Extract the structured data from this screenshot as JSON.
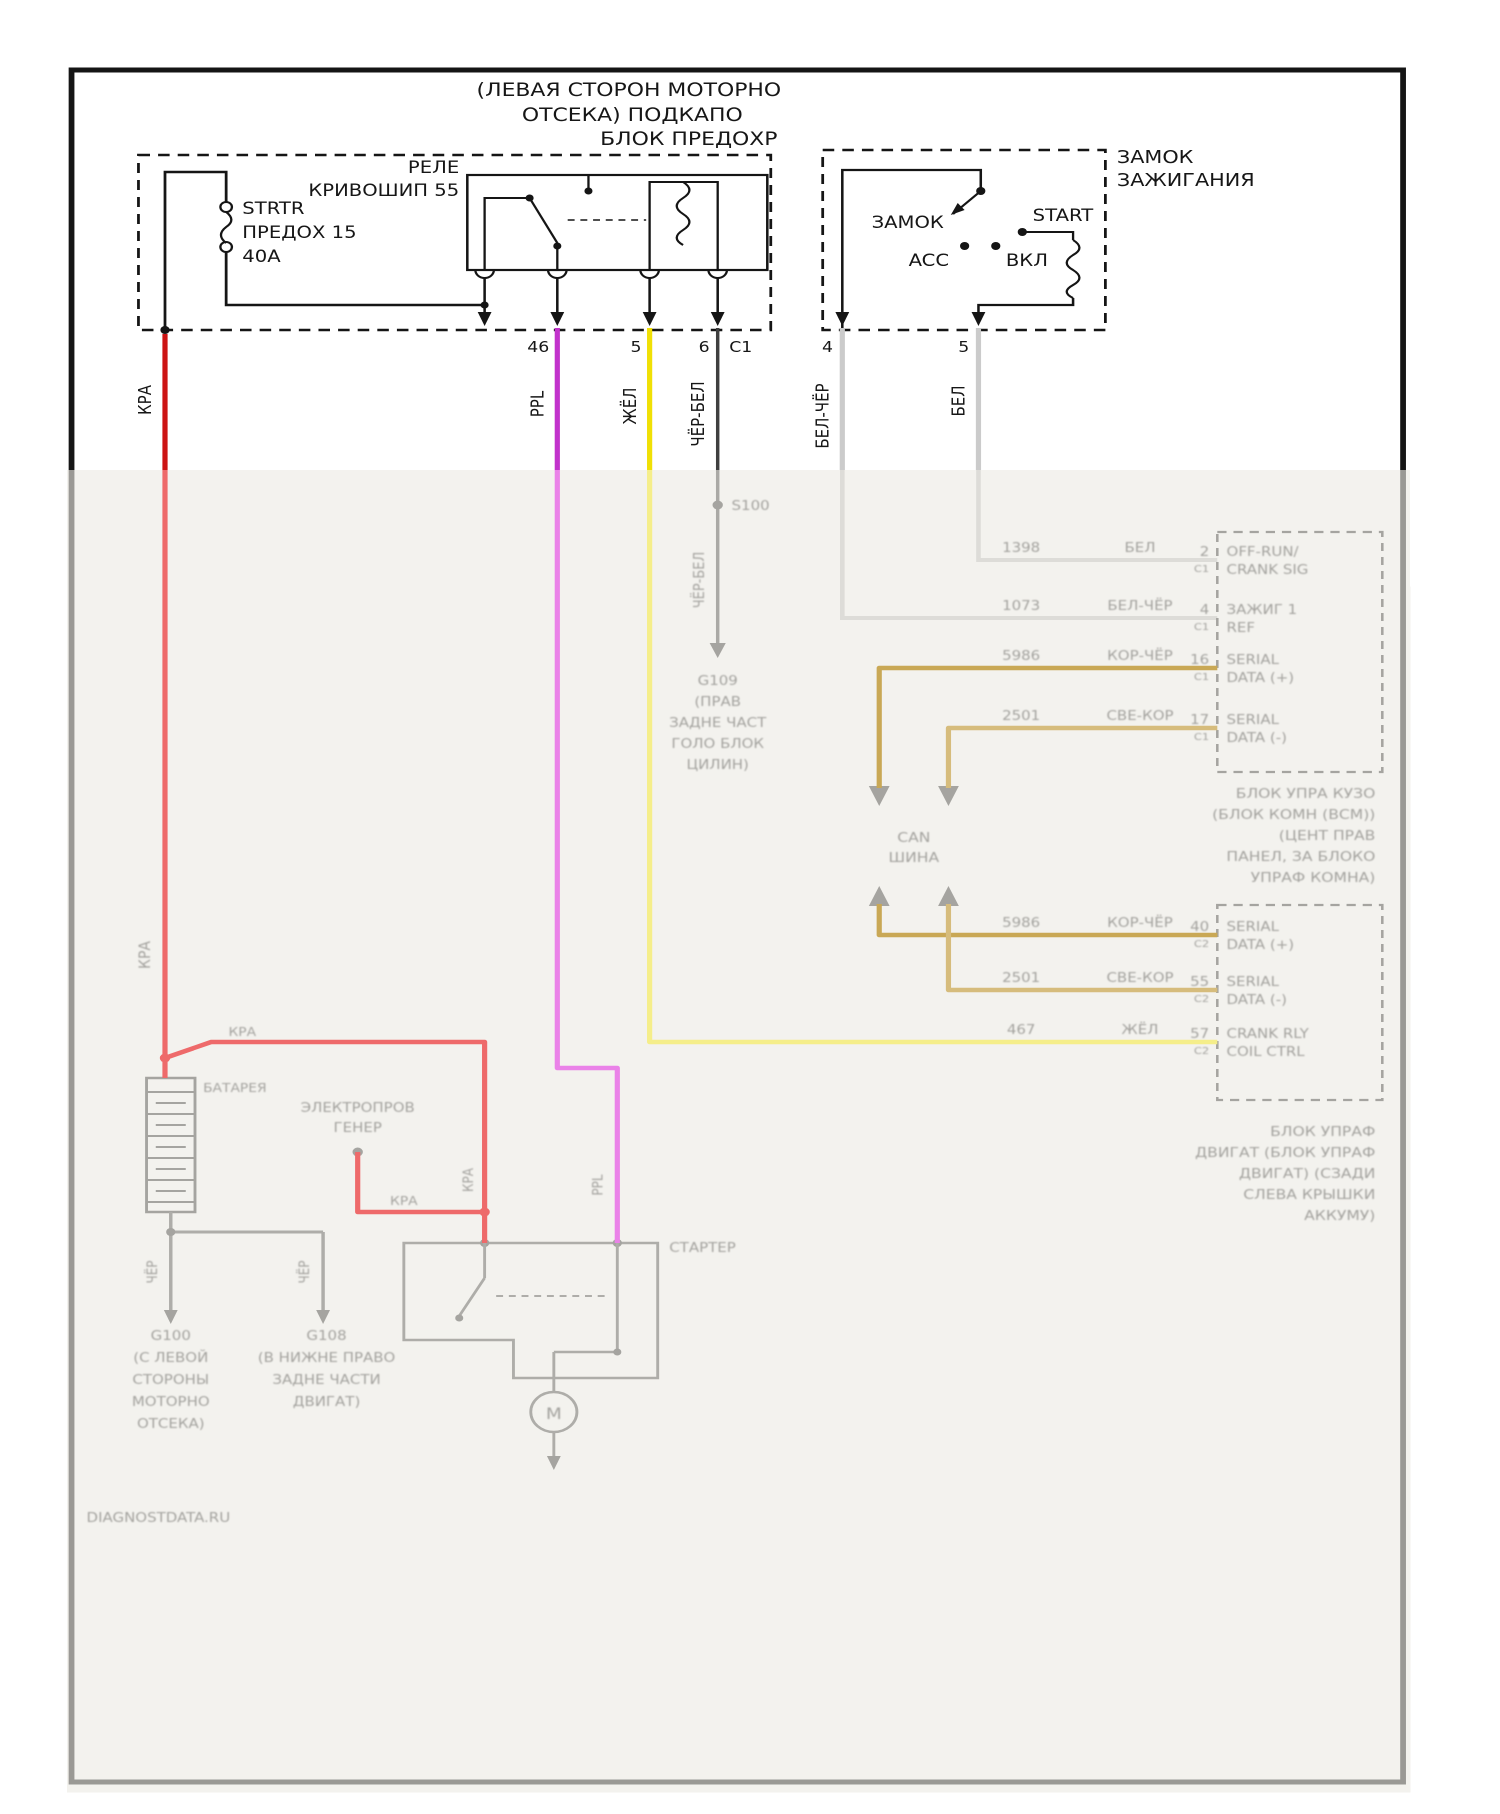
{
  "colors": {
    "red": "#cc1414",
    "red_faded": "#ee6a6a",
    "magenta": "#c233cc",
    "magenta_faded": "#ea82e8",
    "yellow": "#f0e005",
    "yellow_faded": "#f5ee8a",
    "tan_faded": "#c9a855",
    "tan_light_faded": "#d6bc7c",
    "white_wire": "#cbcbcb",
    "dark_wire": "#3f3f3f"
  },
  "header": {
    "line1": "(ЛЕВАЯ СТОРОН МОТОРНО",
    "line2": "ОТСЕКА) ПОДКАПО",
    "line3": "БЛОК ПРЕДОХР"
  },
  "fuse_block": {
    "relay_line1": "РЕЛЕ",
    "relay_line2": "КРИВОШИП 55",
    "fuse_line1": "STRTR",
    "fuse_line2": "ПРЕДОХ 15",
    "fuse_line3": "40A",
    "pin_46": "46",
    "pin_5": "5",
    "pin_6": "6",
    "conn_c1": "C1"
  },
  "ignition": {
    "title_line1": "ЗАМОК",
    "title_line2": "ЗАЖИГАНИЯ",
    "pos_lock": "ЗАМОК",
    "pos_start": "START",
    "pos_acc": "ACC",
    "pos_on": "ВКЛ",
    "pin_4": "4",
    "pin_5": "5"
  },
  "wires": {
    "kra": "КРА",
    "ppl": "PPL",
    "zhyol": "ЖЁЛ",
    "chyor_bel": "ЧЁР-БЕЛ",
    "bel_chyor": "БЕЛ-ЧЁР",
    "bel": "БЕЛ",
    "chyor": "ЧЁР"
  },
  "splices": {
    "s100": "S100"
  },
  "grounds": {
    "g109": [
      "G109",
      "(ПРАВ",
      "ЗАДНЕ ЧАСТ",
      "ГОЛО БЛОК",
      "ЦИЛИН)"
    ],
    "g100": [
      "G100",
      "(С ЛЕВОЙ",
      "СТОРОНЫ",
      "МОТОРНО",
      "ОТСЕКА)"
    ],
    "g108": [
      "G108",
      "(В НИЖНЕ ПРАВО",
      "ЗАДНЕ ЧАСТИ",
      "ДВИГАТ)"
    ]
  },
  "bcm": {
    "rows": [
      {
        "circuit": "1398",
        "color": "БЕЛ",
        "pin": "2",
        "conn": "C1",
        "fn1": "OFF-RUN/",
        "fn2": "CRANK SIG"
      },
      {
        "circuit": "1073",
        "color": "БЕЛ-ЧЁР",
        "pin": "4",
        "conn": "C1",
        "fn1": "ЗАЖИГ 1",
        "fn2": "REF"
      },
      {
        "circuit": "5986",
        "color": "КОР-ЧЁР",
        "pin": "16",
        "conn": "C1",
        "fn1": "SERIAL",
        "fn2": "DATA (+)"
      },
      {
        "circuit": "2501",
        "color": "СВЕ-КОР",
        "pin": "17",
        "conn": "C1",
        "fn1": "SERIAL",
        "fn2": "DATA (-)"
      }
    ],
    "caption": [
      "БЛОК УПРА КУЗО",
      "(БЛОК КОМН (ВСМ))",
      "(ЦЕНТ ПРАВ",
      "ПАНЕЛ, ЗА БЛОКО",
      "УПРАФ КОМНА)"
    ]
  },
  "can": {
    "line1": "CAN",
    "line2": "ШИНА"
  },
  "ecm": {
    "rows": [
      {
        "circuit": "5986",
        "color": "КОР-ЧЁР",
        "pin": "40",
        "conn": "C2",
        "fn1": "SERIAL",
        "fn2": "DATA (+)"
      },
      {
        "circuit": "2501",
        "color": "СВЕ-КОР",
        "pin": "55",
        "conn": "C2",
        "fn1": "SERIAL",
        "fn2": "DATA (-)"
      },
      {
        "circuit": "467",
        "color": "ЖЁЛ",
        "pin": "57",
        "conn": "C2",
        "fn1": "CRANK RLY",
        "fn2": "COIL CTRL"
      }
    ],
    "caption": [
      "БЛОК УПРАФ",
      "ДВИГАТ (БЛОК УПРАФ",
      "ДВИГАТ) (СЗАДИ",
      "СЛЕВА КРЫШКИ",
      "АККУМУ)"
    ]
  },
  "battery": {
    "label": "БАТАРЕЯ"
  },
  "generator": {
    "line1": "ЭЛЕКТРОПРОВ",
    "line2": "ГЕНЕР"
  },
  "starter": {
    "label": "СТАРТЕР",
    "motor": "M"
  },
  "watermark": "DIAGNOSTDATA.RU"
}
